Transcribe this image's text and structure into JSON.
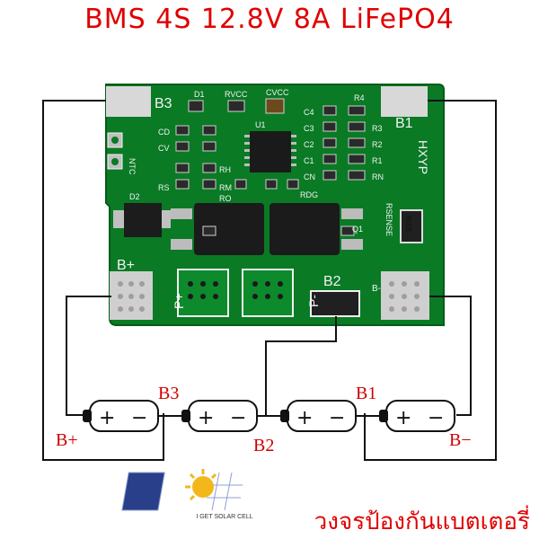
{
  "title": "BMS 4S 12.8V 8A LiFePO4",
  "colors": {
    "pcb": "#0a7a25",
    "pcb_dark": "#065a1a",
    "silk": "#f2f2f2",
    "wire": "#111111",
    "label_red": "#d00000",
    "title_red": "#e00000",
    "pad": "#c9c9c9",
    "chip": "#1a1a1a"
  },
  "pcb_labels": {
    "b3": "B3",
    "b1": "B1",
    "b2": "B2",
    "bplus": "B+",
    "bminus": "B-",
    "pplus": "P+",
    "pminus": "P-",
    "d1": "D1",
    "rvcc": "RVCC",
    "cvcc": "CVCC",
    "u1": "U1",
    "r4": "R4",
    "c4": "C4",
    "c3": "C3",
    "c2": "C2",
    "c1": "C1",
    "r3": "R3",
    "r2": "R2",
    "r1": "R1",
    "cn": "CN",
    "rn": "RN",
    "cd": "CD",
    "cv": "CV",
    "rs": "RS",
    "rh": "RH",
    "rm": "RM",
    "ro": "RO",
    "rdg": "RDG",
    "d2": "D2",
    "q1": "Q1",
    "ntc": "NTC",
    "hxyp": "HXYP",
    "rsense": "RSENSE",
    "r005": "R005"
  },
  "diagram_labels": {
    "b3": "B3",
    "b1": "B1",
    "b2": "B2",
    "bplus": "B+",
    "bminus": "B−",
    "cell_plus": "+",
    "cell_minus": "−"
  },
  "logo": {
    "icon": "sun-solar-panel-icon",
    "text": "I GET SOLAR CELL"
  },
  "caption": "วงจรป้องกันแบตเตอรี่"
}
